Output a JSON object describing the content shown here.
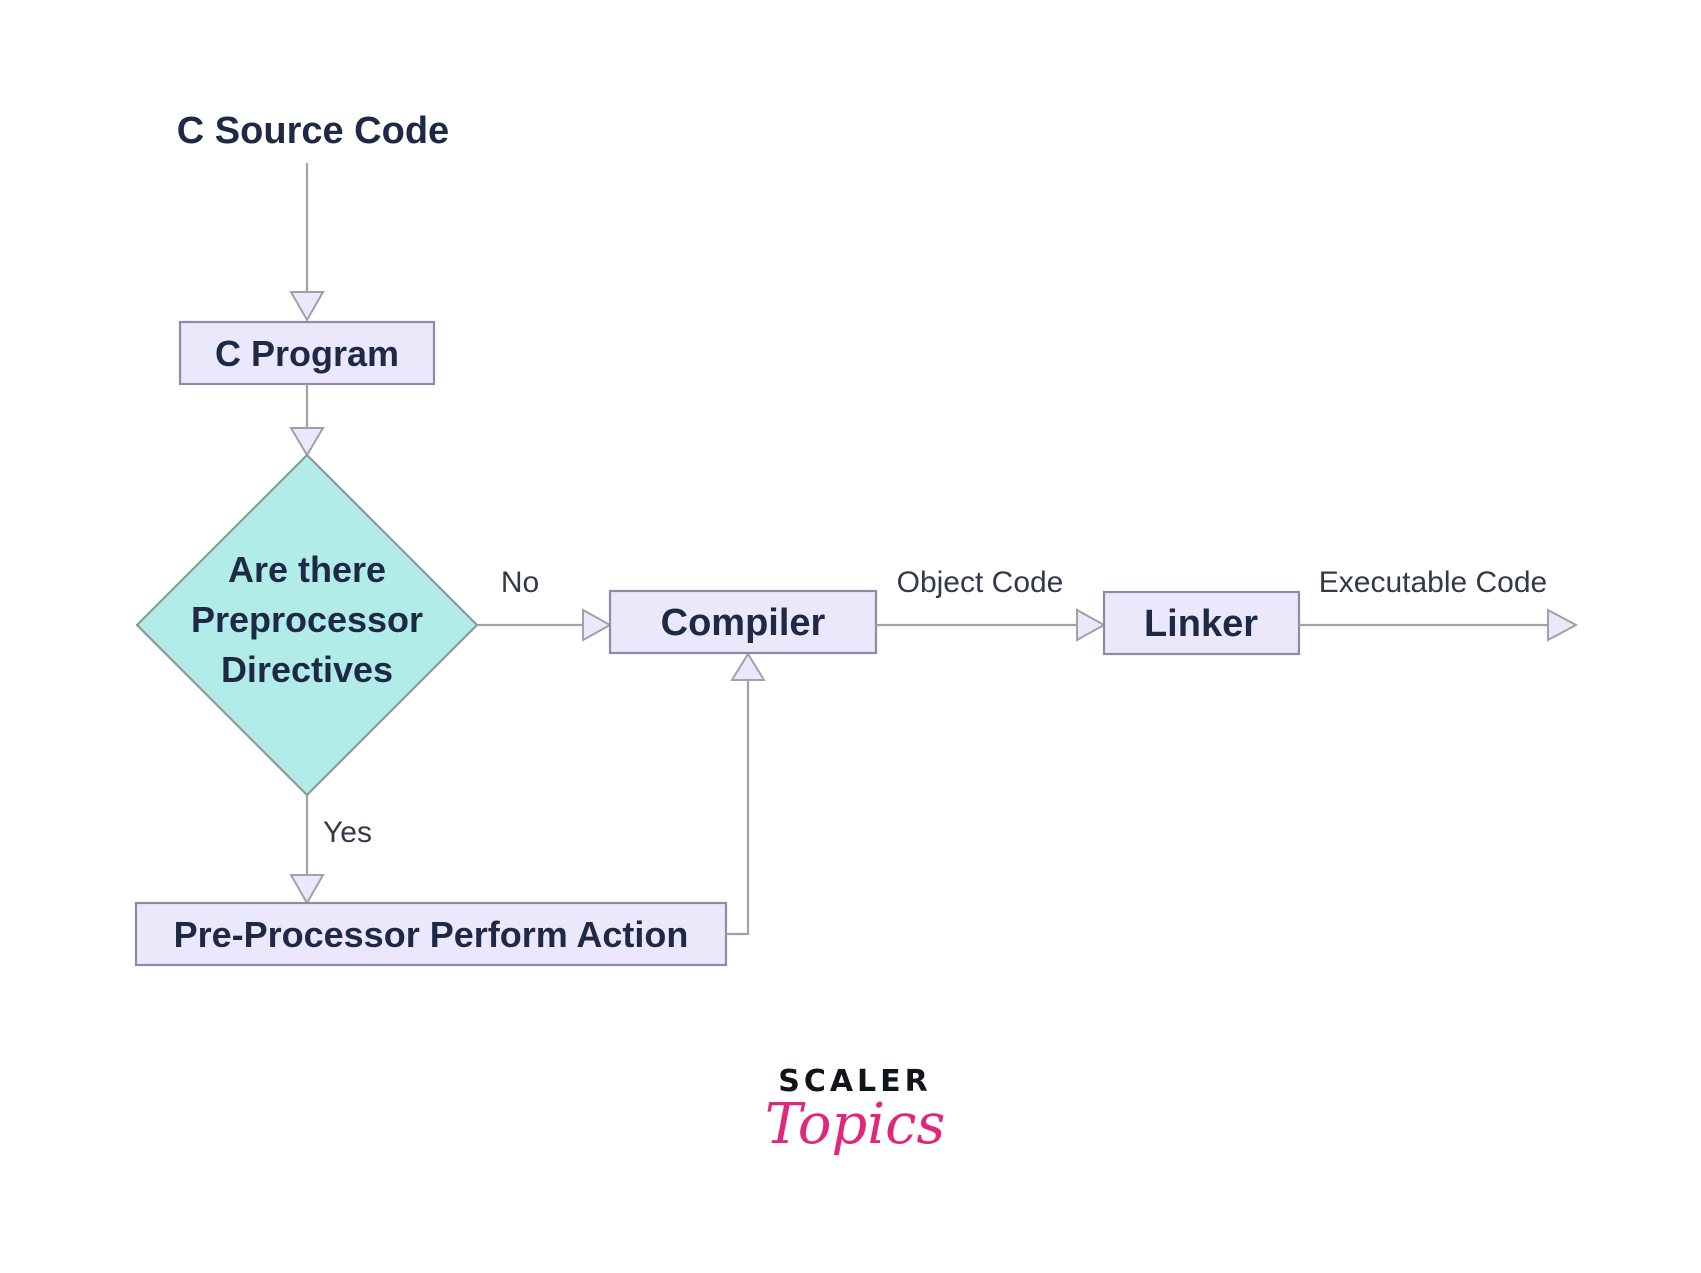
{
  "nodes": {
    "source": "C Source Code",
    "program": "C Program",
    "decision": [
      "Are there",
      "Preprocessor",
      "Directives"
    ],
    "preprocessor": "Pre-Processor Perform Action",
    "compiler": "Compiler",
    "linker": "Linker"
  },
  "edges": {
    "no": "No",
    "yes": "Yes",
    "object_code": "Object Code",
    "executable_code": "Executable Code"
  },
  "logo": {
    "top": "SCALER",
    "script": "Topics"
  },
  "colors": {
    "box_fill": "#ebe8fb",
    "diamond_fill": "#b2ece8",
    "text": "#1e2a45",
    "logo_accent": "#e0287a"
  }
}
